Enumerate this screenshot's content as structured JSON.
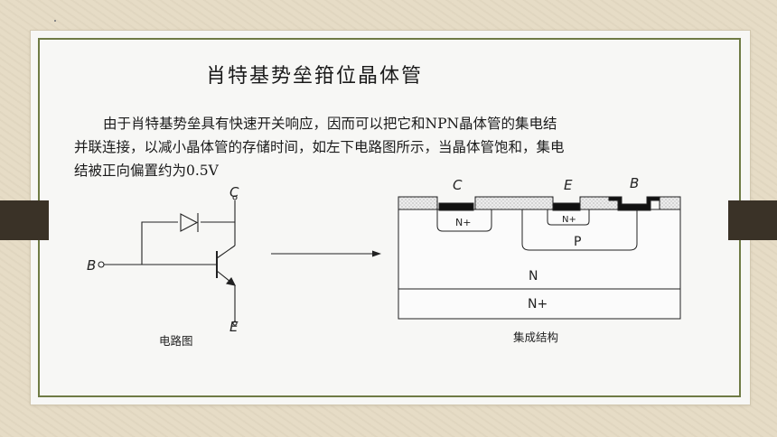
{
  "slide": {
    "title": "肖特基势垒箝位晶体管",
    "paragraph_lines": [
      "由于肖特基势垒具有快速开关响应，因而可以把它和NPN晶体管的集电结",
      "并联连接，以减小晶体管的存储时间，如左下电路图所示，当晶体管饱和，集电",
      "结被正向偏置约为0.5V"
    ]
  },
  "circuit": {
    "caption": "电路图",
    "terminal_c": "C",
    "terminal_b": "B",
    "terminal_e": "E"
  },
  "structure": {
    "caption": "集成结构",
    "contact_c": "C",
    "contact_e": "E",
    "contact_b": "B",
    "region_nplus_collector": "N+",
    "region_nplus_emitter": "N+",
    "region_p_base": "P",
    "region_n_epi": "N",
    "region_nplus_substrate": "N+"
  },
  "colors": {
    "frame": "#6f7b45",
    "tab": "#3a3227",
    "background": "#e6dcc6"
  }
}
